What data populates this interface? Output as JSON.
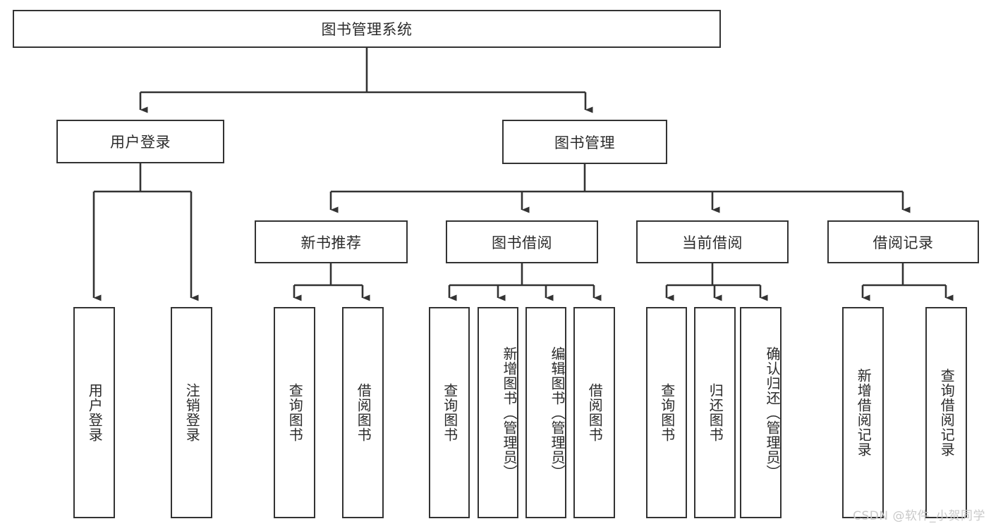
{
  "diagram": {
    "type": "org-chart",
    "title": "图书管理系统",
    "watermark": "CSDN @软件_小贺同学",
    "colors": {
      "box_border": "#333333",
      "box_fill": "#ffffff",
      "connector": "#333333",
      "text": "#2b2b2b",
      "watermark": "#c9c9c9"
    },
    "levels": {
      "root": {
        "label": "图书管理系统"
      },
      "level2": [
        {
          "id": "user-login",
          "label": "用户登录"
        },
        {
          "id": "book-manage",
          "label": "图书管理"
        }
      ],
      "level3": [
        {
          "id": "new-book-rec",
          "label": "新书推荐",
          "parent": "book-manage"
        },
        {
          "id": "book-borrow",
          "label": "图书借阅",
          "parent": "book-manage"
        },
        {
          "id": "current-borrow",
          "label": "当前借阅",
          "parent": "book-manage"
        },
        {
          "id": "borrow-record",
          "label": "借阅记录",
          "parent": "book-manage"
        }
      ],
      "leaves": [
        {
          "id": "leaf-user-login",
          "label": "用户登录",
          "parent": "user-login"
        },
        {
          "id": "leaf-logout",
          "label": "注销登录",
          "parent": "user-login"
        },
        {
          "id": "leaf-query-book-1",
          "label": "查询图书",
          "parent": "new-book-rec"
        },
        {
          "id": "leaf-borrow-book-1",
          "label": "借阅图书",
          "parent": "new-book-rec"
        },
        {
          "id": "leaf-query-book-2",
          "label": "查询图书",
          "parent": "book-borrow"
        },
        {
          "id": "leaf-add-book",
          "label": "新增图书（管理员）",
          "parent": "book-borrow"
        },
        {
          "id": "leaf-edit-book",
          "label": "编辑图书（管理员）",
          "parent": "book-borrow"
        },
        {
          "id": "leaf-borrow-book-2",
          "label": "借阅图书",
          "parent": "book-borrow"
        },
        {
          "id": "leaf-query-book-3",
          "label": "查询图书",
          "parent": "current-borrow"
        },
        {
          "id": "leaf-return-book",
          "label": "归还图书",
          "parent": "current-borrow"
        },
        {
          "id": "leaf-confirm-return",
          "label": "确认归还（管理员）",
          "parent": "current-borrow"
        },
        {
          "id": "leaf-add-record",
          "label": "新增借阅记录",
          "parent": "borrow-record"
        },
        {
          "id": "leaf-query-record",
          "label": "查询借阅记录",
          "parent": "borrow-record"
        }
      ]
    }
  }
}
